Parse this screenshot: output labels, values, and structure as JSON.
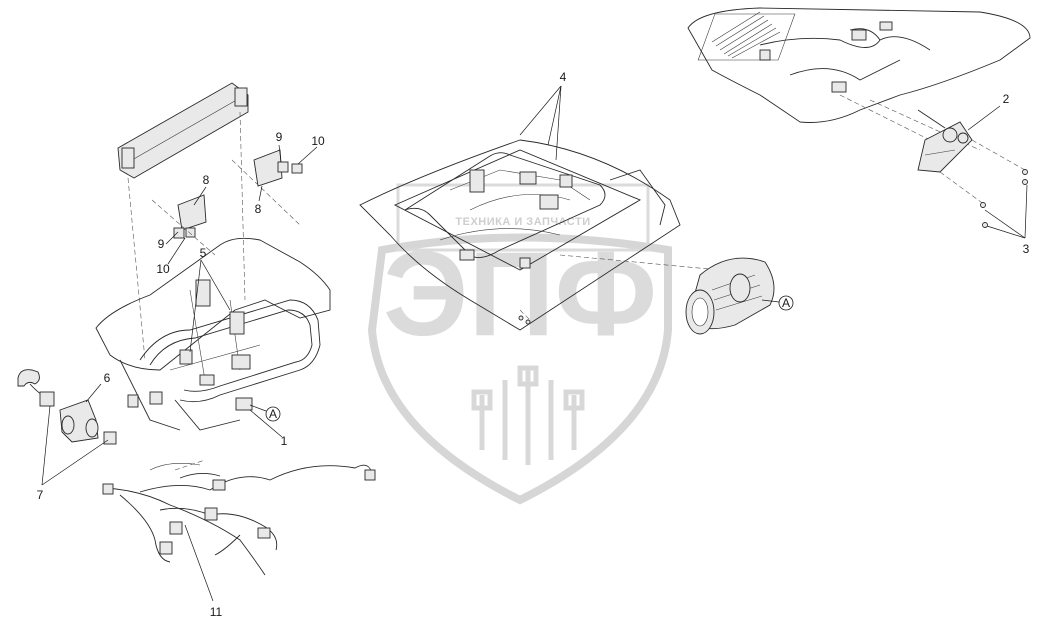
{
  "watermark": {
    "letters": "ЭПФ",
    "banner": "ТЕХНИКА И ЗАПЧАСТИ"
  },
  "callouts": [
    {
      "id": "c1",
      "label": "1"
    },
    {
      "id": "c2",
      "label": "2"
    },
    {
      "id": "c3",
      "label": "3"
    },
    {
      "id": "c4",
      "label": "4"
    },
    {
      "id": "c5",
      "label": "5"
    },
    {
      "id": "c6",
      "label": "6"
    },
    {
      "id": "c7",
      "label": "7"
    },
    {
      "id": "c8a",
      "label": "8"
    },
    {
      "id": "c8b",
      "label": "8"
    },
    {
      "id": "c9a",
      "label": "9"
    },
    {
      "id": "c9b",
      "label": "9"
    },
    {
      "id": "c10a",
      "label": "10"
    },
    {
      "id": "c10b",
      "label": "10"
    },
    {
      "id": "c11",
      "label": "11"
    }
  ],
  "view_markers": [
    {
      "id": "a1",
      "label": "A"
    },
    {
      "id": "a2",
      "label": "A"
    }
  ]
}
